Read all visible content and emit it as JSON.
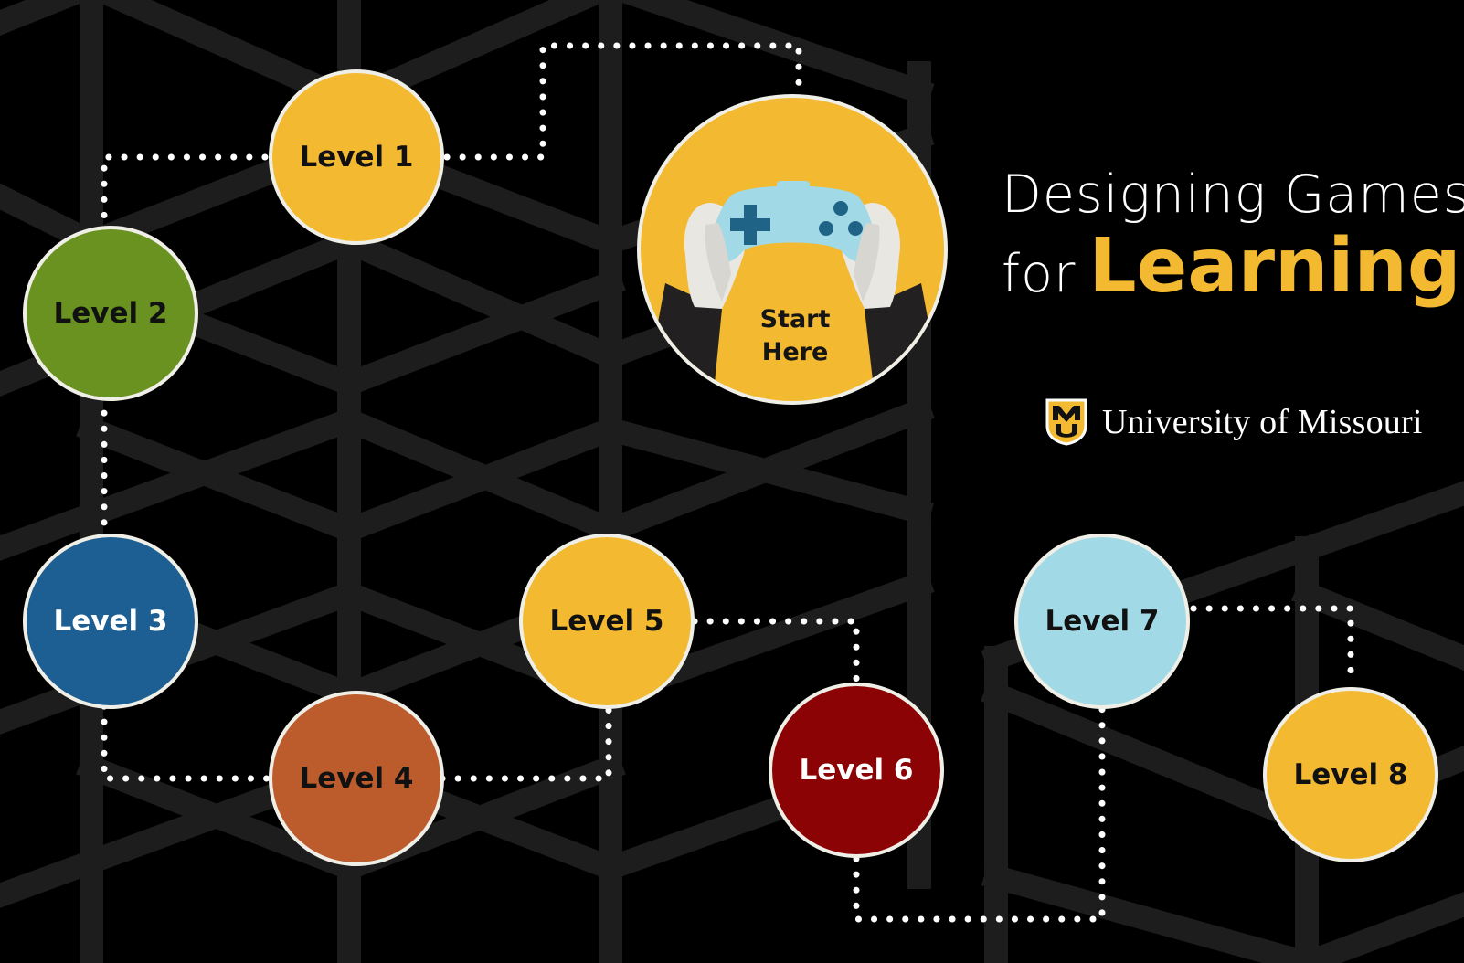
{
  "title": {
    "line1": "Designing Games",
    "line2_prefix": "for",
    "line2_emphasis": "Learning"
  },
  "institution": {
    "name": "University of Missouri",
    "logo_icon": "mu-shield-logo-icon"
  },
  "start": {
    "line1": "Start",
    "line2": "Here",
    "icon": "game-controller-icon",
    "color": "#f2b931"
  },
  "colors": {
    "background": "#000000",
    "pattern": "#1c1d1c",
    "path_dots": "#ffffff",
    "node_border": "#efeee7",
    "title_accent": "#f2b931"
  },
  "levels": [
    {
      "id": "level-1",
      "label": "Level 1",
      "color": "#f2b931",
      "text_color": "#111111"
    },
    {
      "id": "level-2",
      "label": "Level 2",
      "color": "#6a9220",
      "text_color": "#111111"
    },
    {
      "id": "level-3",
      "label": "Level 3",
      "color": "#1d5f92",
      "text_color": "#ffffff"
    },
    {
      "id": "level-4",
      "label": "Level 4",
      "color": "#bc5b2b",
      "text_color": "#111111"
    },
    {
      "id": "level-5",
      "label": "Level 5",
      "color": "#f2b931",
      "text_color": "#111111"
    },
    {
      "id": "level-6",
      "label": "Level 6",
      "color": "#8b0304",
      "text_color": "#ffffff"
    },
    {
      "id": "level-7",
      "label": "Level 7",
      "color": "#a1d9e6",
      "text_color": "#111111"
    },
    {
      "id": "level-8",
      "label": "Level 8",
      "color": "#f2b931",
      "text_color": "#111111"
    }
  ]
}
